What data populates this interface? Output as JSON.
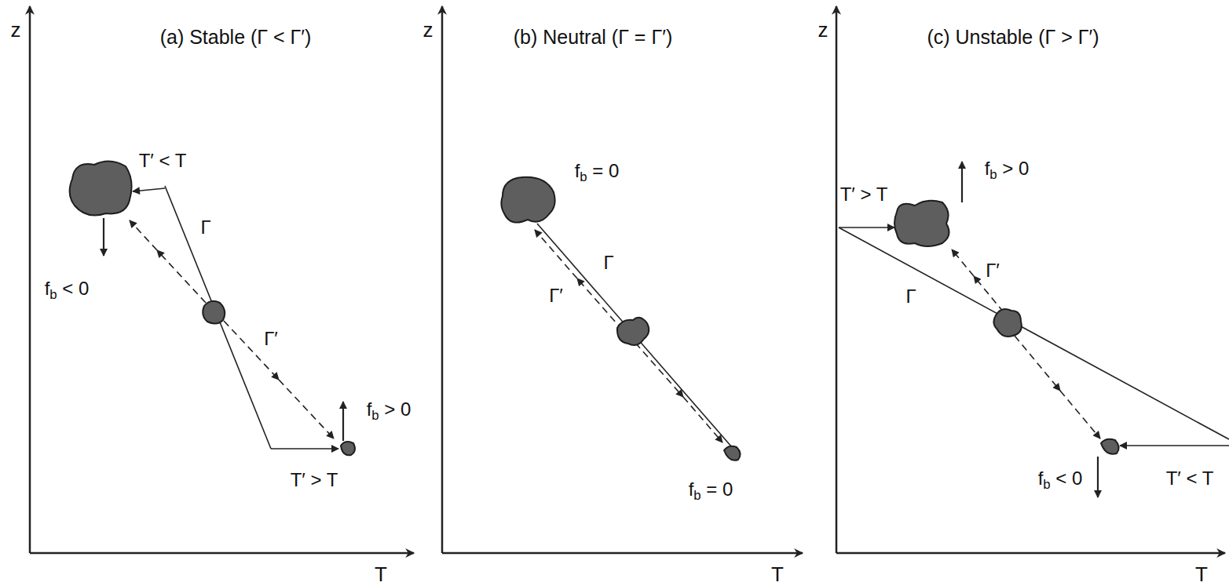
{
  "diagram": {
    "labels": [
      "z",
      "(a) Stable (Γ < Γ′)",
      "T′ < T",
      "Γ",
      "fb < 0",
      "Γ′",
      "fb > 0",
      "T′ > T",
      "T",
      "z",
      "(b) Neutral (Γ = Γ′)",
      "fb = 0",
      "Γ",
      "Γ′",
      "fb = 0",
      "T",
      "z",
      "(c) Unstable (Γ > Γ′)",
      "T′ > T",
      "fb > 0",
      "Γ",
      "Γ′",
      "fb < 0",
      "T′ < T",
      "T"
    ]
  }
}
